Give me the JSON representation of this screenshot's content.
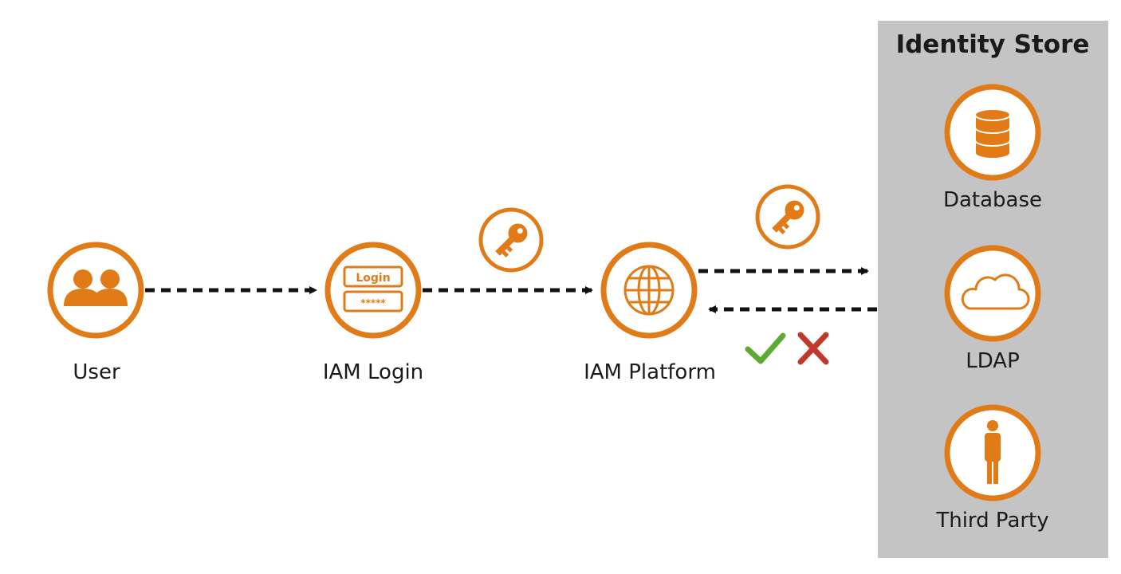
{
  "nodes": {
    "user": "User",
    "iam_login": "IAM Login",
    "iam_platform": "IAM Platform"
  },
  "login_icon": {
    "field_label": "Login",
    "password_mask": "*****"
  },
  "identity_store": {
    "title": "Identity Store",
    "items": [
      "Database",
      "LDAP",
      "Third Party"
    ]
  },
  "icons": {
    "user": "users-icon",
    "iam_login": "login-form-icon",
    "iam_platform": "globe-icon",
    "token_1": "key-icon",
    "token_2": "key-icon",
    "database": "database-icon",
    "ldap": "cloud-icon",
    "third_party": "person-icon",
    "success": "checkmark-icon",
    "failure": "x-icon"
  },
  "colors": {
    "accent": "#E07B18",
    "store_background": "#C4C4C4",
    "success": "#5BAA32",
    "failure": "#C0392B",
    "arrow": "#111111"
  }
}
